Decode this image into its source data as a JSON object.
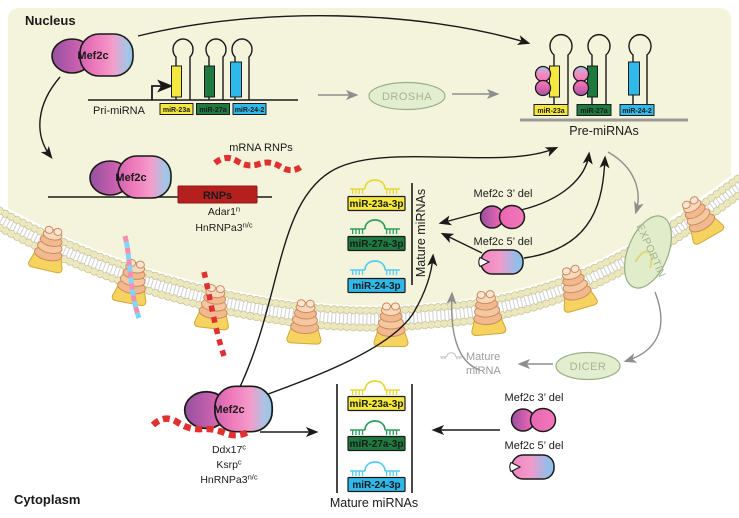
{
  "regions": {
    "nucleus": "Nucleus",
    "cytoplasm": "Cytoplasm"
  },
  "proteins": {
    "mef2c": "Mef2c",
    "drosha": "DROSHA",
    "exportin": "EXPORTIN",
    "dicer": "DICER",
    "mef2c_3del": "Mef2c 3’ del",
    "mef2c_5del": "Mef2c 5’ del"
  },
  "labels": {
    "pri_mirna": "Pri-miRNA",
    "pre_mirnas": "Pre-miRNAs",
    "mature_mirnas": "Mature miRNAs",
    "mature_mirna_line1": "Mature",
    "mature_mirna_line2": "miRNA",
    "mrna_rnps": "mRNA RNPs",
    "rnps": "RNPs"
  },
  "cofactors": {
    "adar1": {
      "base": "Adar1",
      "sup": "n"
    },
    "hnrnpa3": {
      "base": "HnRNPa3",
      "sup": "n/c"
    },
    "ddx17": {
      "base": "Ddx17",
      "sup": "c"
    },
    "ksrp": {
      "base": "Ksrp",
      "sup": "c"
    }
  },
  "mirnas": {
    "pri": [
      "miR-23a",
      "miR-27a",
      "miR-24-2"
    ],
    "mature": [
      "miR-23a-3p",
      "miR-27a-3p",
      "miR-24-3p"
    ]
  },
  "colors": {
    "nucleus_bg": "#f4f4dc",
    "mir23a_yellow": "#f4e73e",
    "mir27a_green": "#1e7a3e",
    "mir24_cyan": "#2fb9ea",
    "rnps_red": "#b5201f",
    "mrna_dash_red": "#e03131",
    "enzyme_green": "#e3eed1",
    "arrow_gray": "#8e8e8e"
  }
}
